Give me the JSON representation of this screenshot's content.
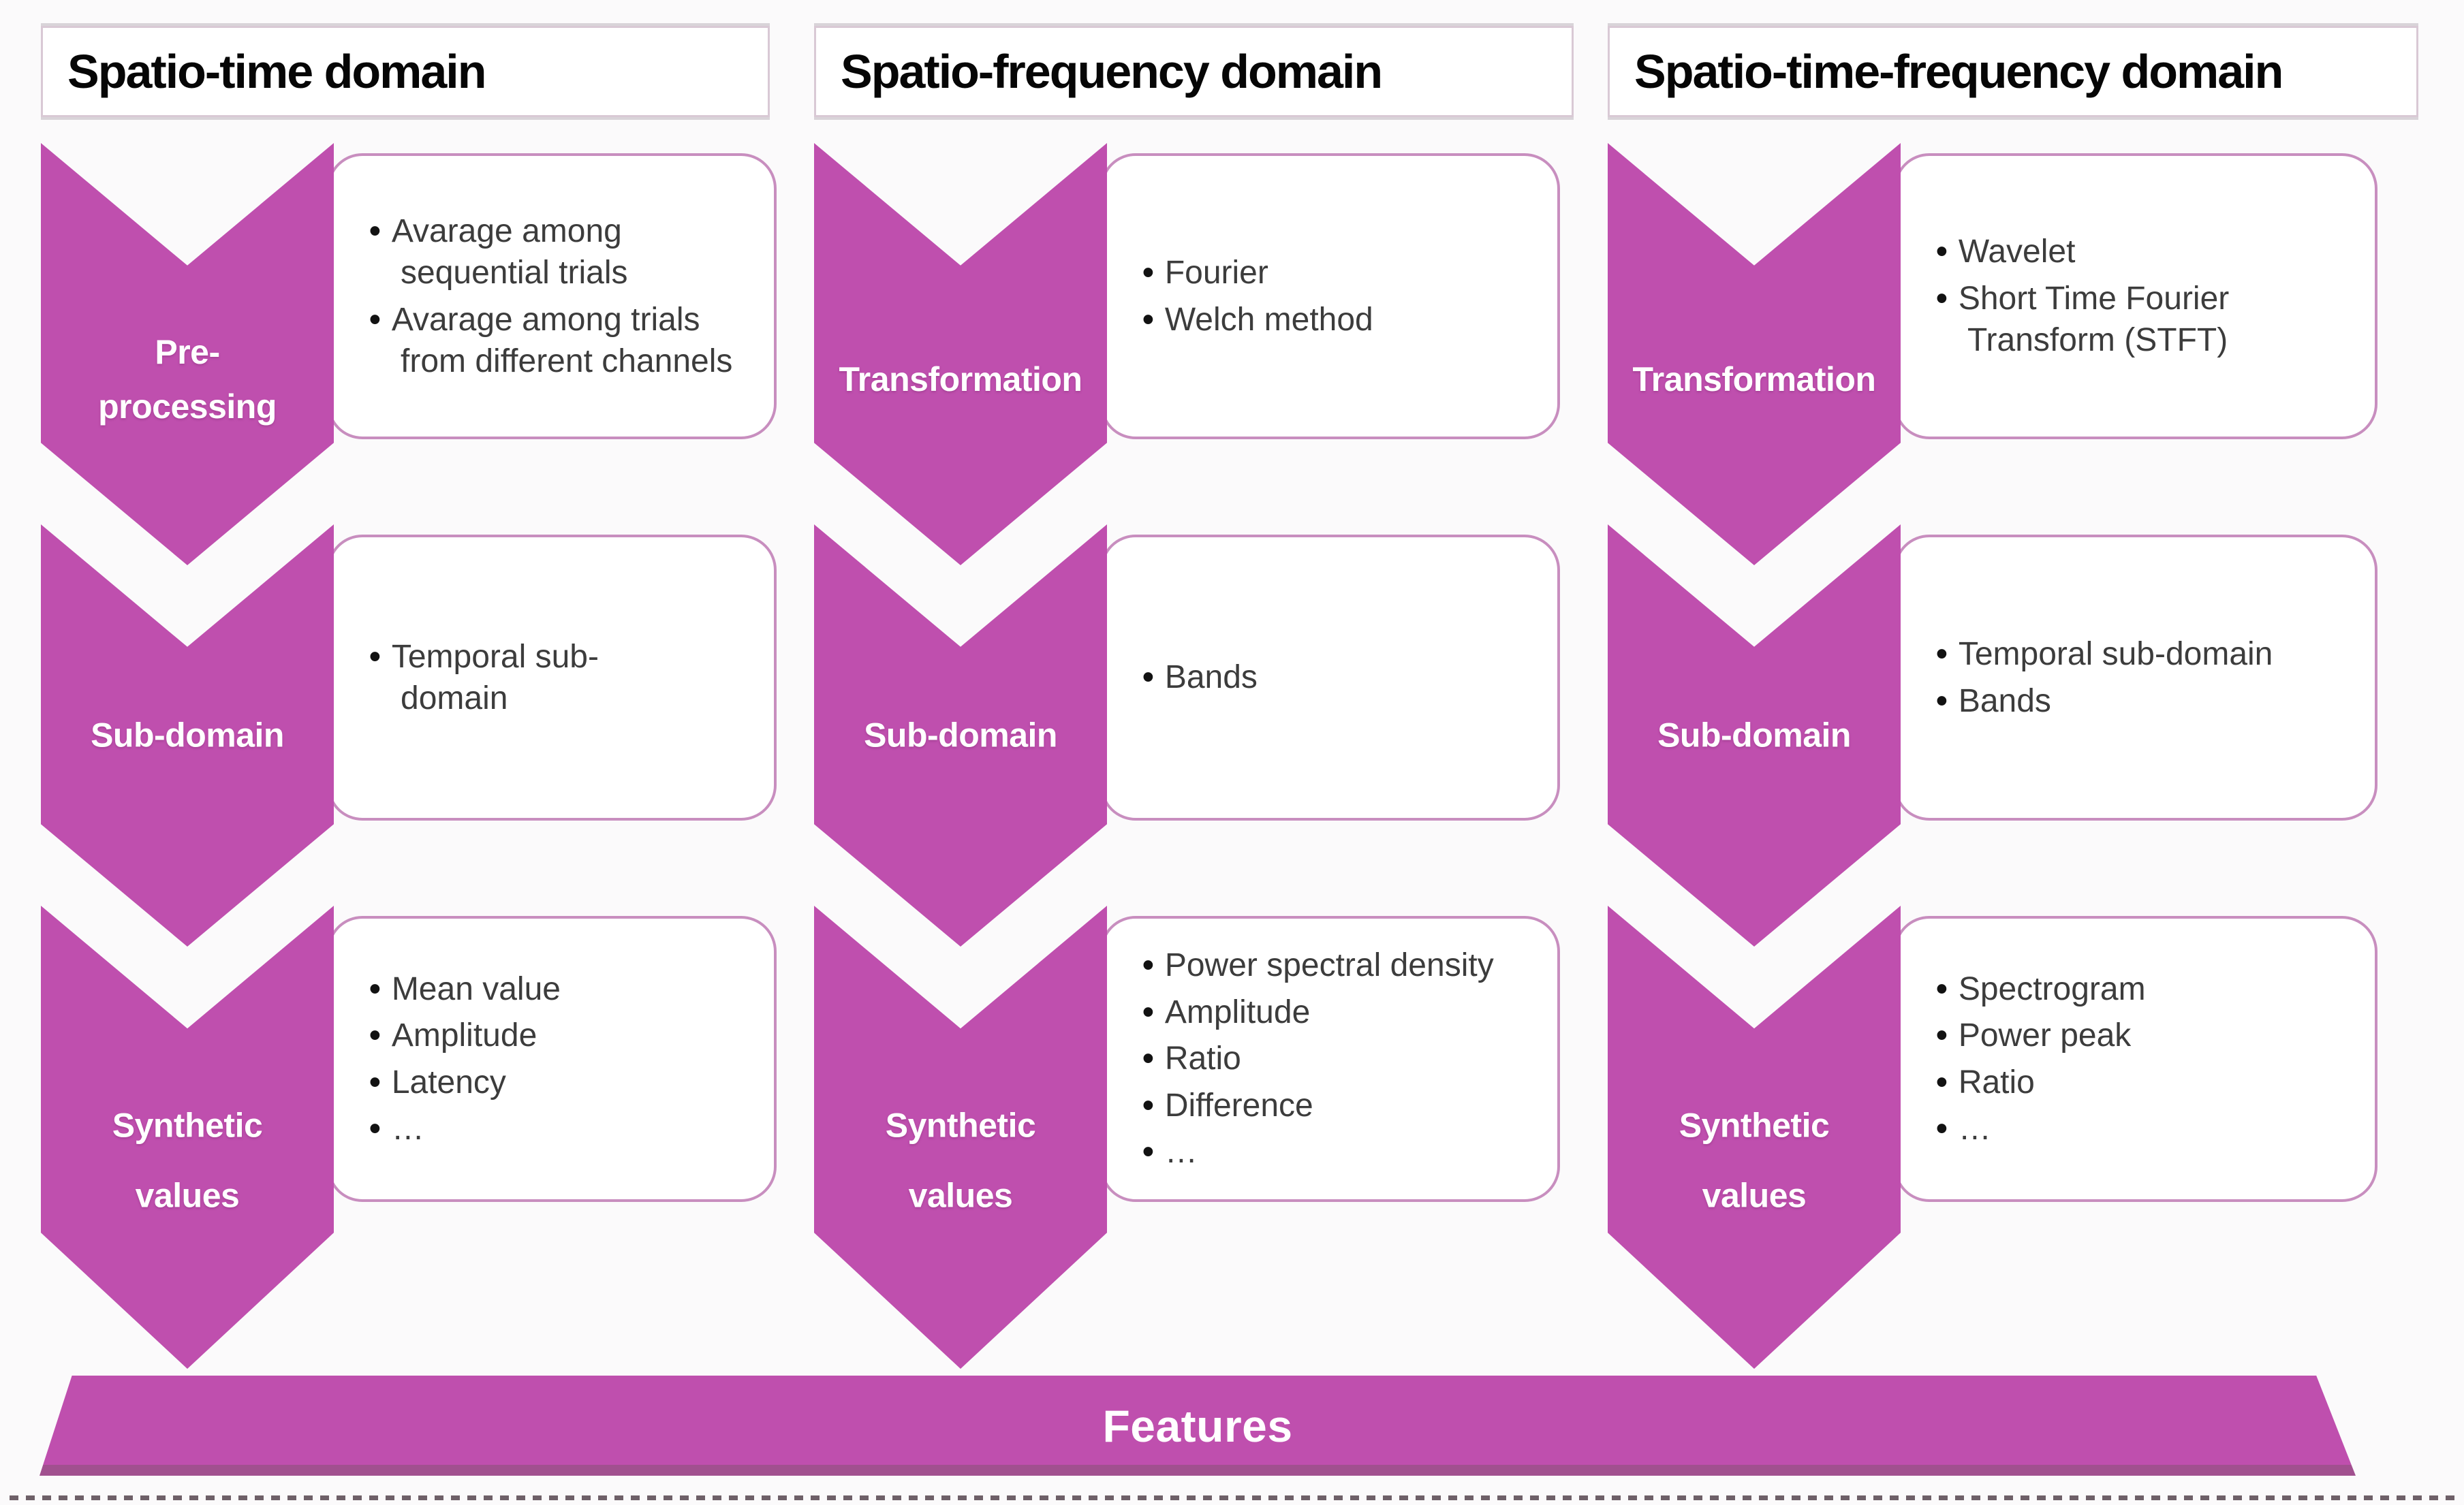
{
  "diagram_title": "EEG feature extraction domains",
  "columns": [
    {
      "header": "Spatio-time domain",
      "steps": [
        {
          "label": "Pre-\nprocessing",
          "bullets": [
            "Avarage among sequential trials",
            "Avarage among trials from different channels"
          ]
        },
        {
          "label": "Sub-domain",
          "bullets": [
            "Temporal sub-domain"
          ]
        },
        {
          "label": "Synthetic\nvalues",
          "bullets": [
            "Mean value",
            "Amplitude",
            "Latency",
            "…"
          ]
        }
      ]
    },
    {
      "header": "Spatio-frequency domain",
      "steps": [
        {
          "label": "Transformation",
          "bullets": [
            "Fourier",
            "Welch method"
          ]
        },
        {
          "label": "Sub-domain",
          "bullets": [
            "Bands"
          ]
        },
        {
          "label": "Synthetic\nvalues",
          "bullets": [
            "Power spectral density",
            "Amplitude",
            "Ratio",
            "Difference",
            "…"
          ]
        }
      ]
    },
    {
      "header": "Spatio-time-frequency domain",
      "steps": [
        {
          "label": "Transformation",
          "bullets": [
            "Wavelet",
            "Short Time Fourier Transform (STFT)"
          ]
        },
        {
          "label": "Sub-domain",
          "bullets": [
            "Temporal sub-domain",
            "Bands"
          ]
        },
        {
          "label": "Synthetic\nvalues",
          "bullets": [
            "Spectrogram",
            "Power peak",
            "Ratio",
            "…"
          ]
        }
      ]
    }
  ],
  "footer": {
    "label": "Features"
  },
  "colors": {
    "accent": "#bf4fae",
    "accent_dark": "#a1508f",
    "box_border": "#c88ebf",
    "header_border": "#d9c9d5",
    "bullet_text": "#3c3c3c"
  }
}
